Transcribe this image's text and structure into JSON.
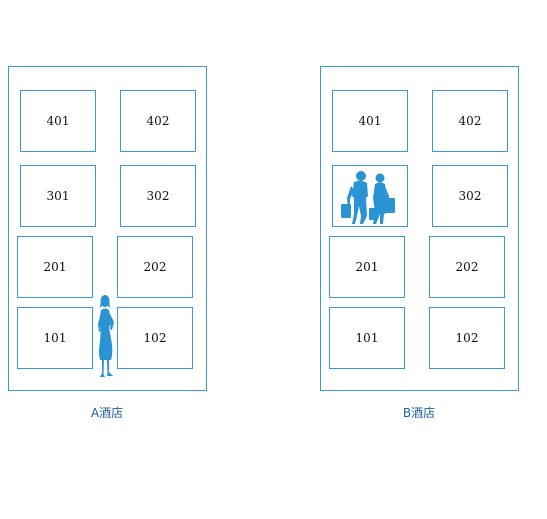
{
  "hotels": [
    {
      "caption": "A酒店",
      "rooms": {
        "r401": "401",
        "r402": "402",
        "r301": "301",
        "r302": "302",
        "r201": "201",
        "r202": "202",
        "r101": "101",
        "r102": "102"
      }
    },
    {
      "caption": "B酒店",
      "rooms": {
        "r401": "401",
        "r402": "402",
        "r302": "302",
        "r201": "201",
        "r202": "202",
        "r101": "101",
        "r102": "102"
      }
    }
  ],
  "icons": {
    "woman": "woman-silhouette-icon",
    "couple": "couple-with-luggage-icon"
  },
  "colors": {
    "frame": "#3a9ad6",
    "figure": "#2a93d4",
    "caption": "#1d5fa8"
  }
}
